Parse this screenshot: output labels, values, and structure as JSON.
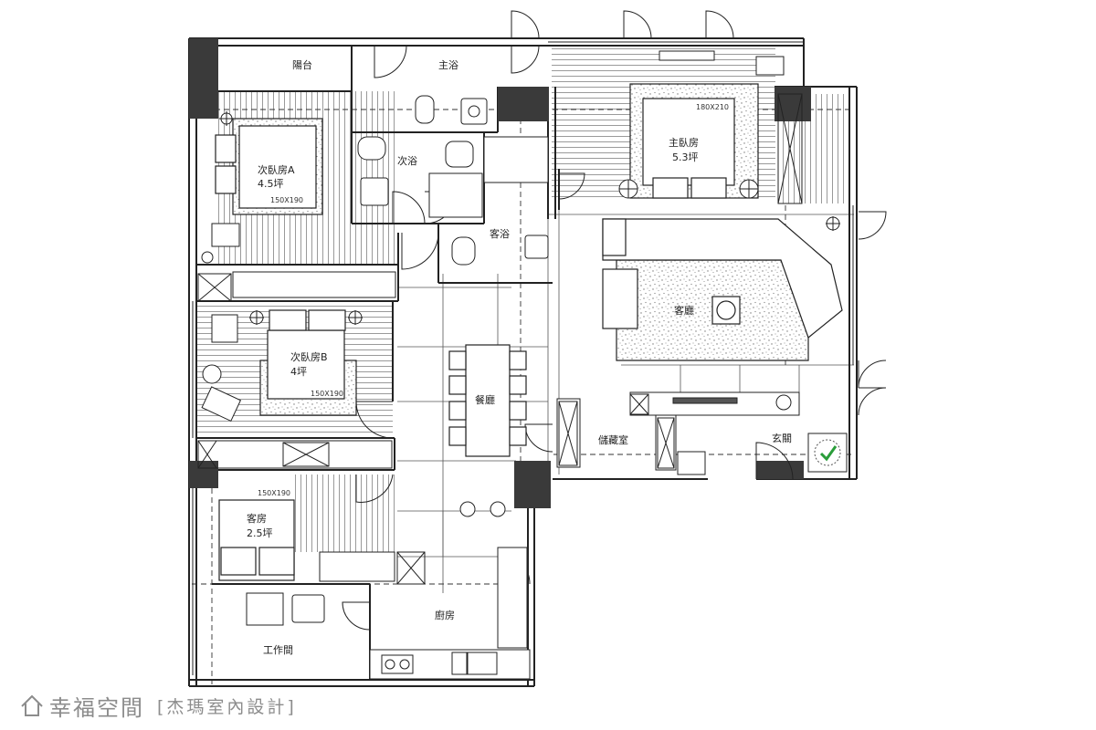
{
  "rooms": {
    "balcony": "陽台",
    "master_bath": "主浴",
    "bedroom_a": "次臥房A",
    "bedroom_a_size": "4.5坪",
    "bedroom_a_bed": "150X190",
    "second_bath": "次浴",
    "guest_bath": "客浴",
    "master_bedroom": "主臥房",
    "master_bedroom_size": "5.3坪",
    "master_bed": "180X210",
    "living_room": "客廳",
    "bedroom_b": "次臥房B",
    "bedroom_b_size": "4坪",
    "bedroom_b_bed": "150X190",
    "dining": "餐廳",
    "storage": "儲藏室",
    "entrance": "玄關",
    "guest_room_bed": "150X190",
    "guest_room": "客房",
    "guest_room_size": "2.5坪",
    "kitchen": "廚房",
    "utility_room": "工作間"
  },
  "watermark": {
    "brand": "幸福空間",
    "credit": "[杰瑪室內設計]"
  },
  "colors": {
    "wall": "#3a3a3a",
    "line": "#222222",
    "hatch": "#9a9a9a",
    "rug": "#d8d8d8",
    "plant": "#2a9d3a",
    "watermark": "#8c8c8c"
  }
}
